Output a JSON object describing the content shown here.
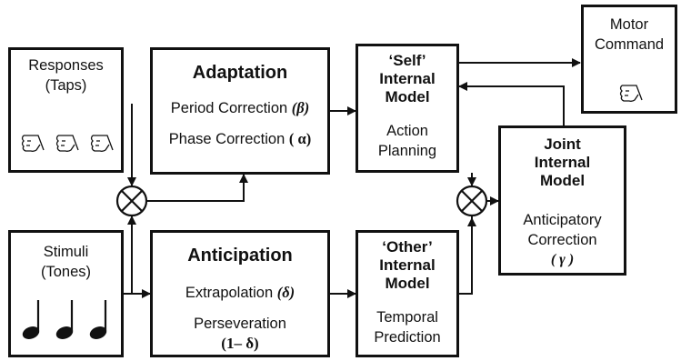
{
  "responses_box": {
    "line1": "Responses",
    "line2": "(Taps)",
    "hand_icons": [
      "pointing-hand-icon",
      "pointing-hand-icon",
      "pointing-hand-icon"
    ]
  },
  "stimuli_box": {
    "line1": "Stimuli",
    "line2": "(Tones)",
    "note_icons": [
      "quarter-note-icon",
      "quarter-note-icon",
      "quarter-note-icon"
    ]
  },
  "adaptation_box": {
    "title": "Adaptation",
    "item1_label": "Period Correction",
    "item1_symbol": "(β)",
    "item2_label": "Phase Correction",
    "item2_symbol": "( α)"
  },
  "anticipation_box": {
    "title": "Anticipation",
    "item1_label": "Extrapolation",
    "item1_symbol": "(δ)",
    "item2_label": "Perseveration",
    "item2_symbol": "(1– δ)"
  },
  "self_model_box": {
    "title_line1": "‘Self’",
    "title_line2": "Internal",
    "title_line3": "Model",
    "sub_line1": "Action",
    "sub_line2": "Planning"
  },
  "other_model_box": {
    "title_line1": "‘Other’",
    "title_line2": "Internal",
    "title_line3": "Model",
    "sub_line1": "Temporal",
    "sub_line2": "Prediction"
  },
  "joint_model_box": {
    "title_line1": "Joint",
    "title_line2": "Internal",
    "title_line3": "Model",
    "sub_line1": "Anticipatory",
    "sub_line2": "Correction",
    "symbol": "( γ )"
  },
  "motor_box": {
    "line1": "Motor",
    "line2": "Command",
    "icon": "pointing-hand-icon"
  },
  "comparator_icon": "circle-cross-icon",
  "colors": {
    "stroke": "#111111",
    "background": "#ffffff"
  }
}
